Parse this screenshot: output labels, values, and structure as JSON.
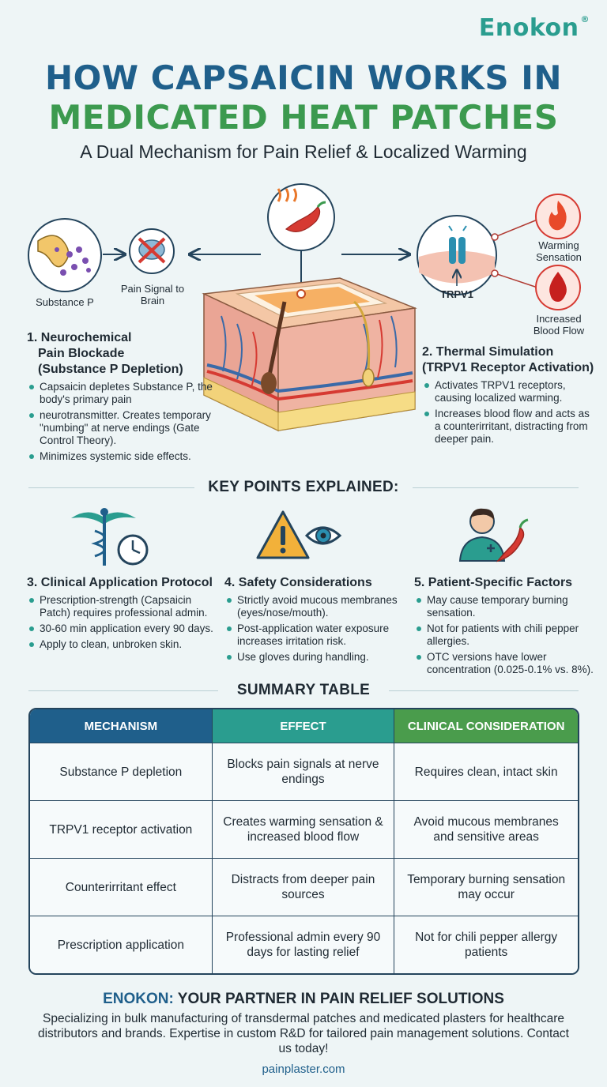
{
  "brand": {
    "name": "Enokon",
    "mark": "®"
  },
  "title": {
    "line1": "HOW CAPSAICIN WORKS IN",
    "line2": "MEDICATED HEAT PATCHES",
    "subtitle": "A Dual Mechanism for Pain Relief & Localized Warming"
  },
  "diagram": {
    "substance_p_label": "Substance P",
    "pain_signal_label": "Pain Signal to Brain",
    "trpv1_label": "TRPV1",
    "warming_label": "Warming Sensation",
    "blood_flow_label": "Increased Blood Flow"
  },
  "mechanisms": [
    {
      "title_lines": [
        "1. Neurochemical",
        "Pain Blockade",
        "(Substance P Depletion)"
      ],
      "bullets": [
        "Capsaicin depletes Substance P, the body's primary pain",
        "neurotransmitter. Creates temporary \"numbing\" at nerve endings (Gate Control Theory).",
        "Minimizes systemic side effects."
      ]
    },
    {
      "title_lines": [
        "2. Thermal Simulation",
        "(TRPV1 Receptor Activation)"
      ],
      "bullets": [
        "Activates TRPV1 receptors, causing localized warming.",
        "Increases blood flow and acts as a counterirritant, distracting from deeper pain."
      ]
    }
  ],
  "key_points": {
    "heading": "KEY POINTS EXPLAINED:",
    "items": [
      {
        "icon": "caduceus-clock-icon",
        "title": "3. Clinical Application Protocol",
        "bullets": [
          "Prescription-strength (Capsaicin Patch) requires professional admin.",
          "30-60 min application every 90 days.",
          "Apply to clean, unbroken skin."
        ]
      },
      {
        "icon": "warning-eye-icon",
        "title": "4. Safety Considerations",
        "bullets": [
          "Strictly avoid mucous membranes (eyes/nose/mouth).",
          "Post-application water exposure increases irritation risk.",
          "Use gloves during handling."
        ]
      },
      {
        "icon": "patient-chili-icon",
        "title": "5. Patient-Specific Factors",
        "bullets": [
          "May cause temporary burning sensation.",
          "Not for patients with chili pepper allergies.",
          "OTC versions have lower concentration (0.025-0.1% vs. 8%)."
        ]
      }
    ]
  },
  "summary_table": {
    "heading": "SUMMARY TABLE",
    "columns": [
      "MECHANISM",
      "EFFECT",
      "CLINICAL CONSIDERATION"
    ],
    "rows": [
      [
        "Substance P depletion",
        "Blocks pain signals at nerve endings",
        "Requires clean, intact skin"
      ],
      [
        "TRPV1 receptor activation",
        "Creates warming sensation & increased blood flow",
        "Avoid mucous membranes and sensitive areas"
      ],
      [
        "Counterirritant effect",
        "Distracts from deeper pain sources",
        "Temporary burning sensation may occur"
      ],
      [
        "Prescription application",
        "Professional admin every 90 days for lasting relief",
        "Not for chili pepper allergy patients"
      ]
    ]
  },
  "footer": {
    "title_highlight": "ENOKON:",
    "title_rest": " YOUR PARTNER IN PAIN RELIEF SOLUTIONS",
    "text": "Specializing in bulk manufacturing of transdermal patches and medicated plasters for healthcare distributors and brands. Expertise in custom R&D for tailored pain management solutions. Contact us today!",
    "url": "painplaster.com"
  },
  "colors": {
    "navy": "#1f5f8b",
    "green": "#3c9a4f",
    "teal": "#2a9d8f",
    "header_mechanism": "#1f5f8b",
    "header_effect": "#2a9d8f",
    "header_clinical": "#4a9c4c"
  }
}
